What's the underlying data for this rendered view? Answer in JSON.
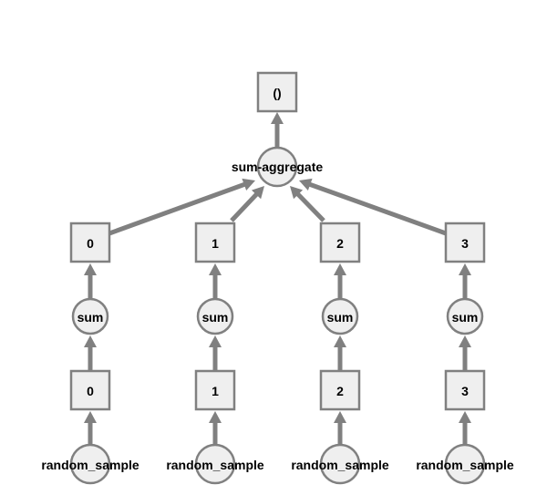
{
  "nodes": {
    "result": {
      "label": "()"
    },
    "aggregate": {
      "label": "sum-aggregate"
    },
    "partials": [
      {
        "label": "0"
      },
      {
        "label": "1"
      },
      {
        "label": "2"
      },
      {
        "label": "3"
      }
    ],
    "sums": [
      {
        "label": "sum"
      },
      {
        "label": "sum"
      },
      {
        "label": "sum"
      },
      {
        "label": "sum"
      }
    ],
    "chunks": [
      {
        "label": "0"
      },
      {
        "label": "1"
      },
      {
        "label": "2"
      },
      {
        "label": "3"
      }
    ],
    "sources": [
      {
        "label": "random_sample"
      },
      {
        "label": "random_sample"
      },
      {
        "label": "random_sample"
      },
      {
        "label": "random_sample"
      }
    ]
  },
  "colors": {
    "edge": "#808080",
    "node_fill": "#efefef",
    "node_stroke": "#808080"
  }
}
